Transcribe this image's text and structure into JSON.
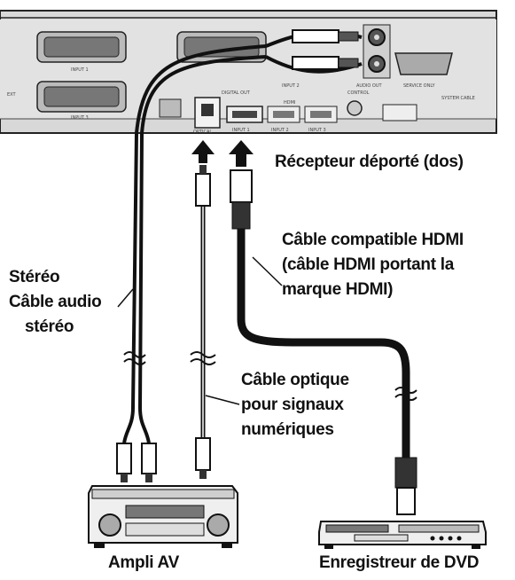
{
  "labels": {
    "receiver": "Récepteur déporté (dos)",
    "hdmi_cable_line1": "Câble compatible HDMI",
    "hdmi_cable_line2": "(câble HDMI portant la",
    "hdmi_cable_line3": "marque HDMI)",
    "stereo_line1": "Stéréo",
    "stereo_line2": "Câble audio",
    "stereo_line3": "stéréo",
    "optical_line1": "Câble optique",
    "optical_line2": "pour signaux",
    "optical_line3": "numériques",
    "amp": "Ampli AV",
    "dvd": "Enregistreur de DVD"
  },
  "panel_labels": {
    "input1_scart": "INPUT 1",
    "input3_scart": "INPUT 3",
    "input2": "INPUT 2",
    "audio_out": "AUDIO OUT",
    "service_only": "SERVICE ONLY",
    "ext": "EXT",
    "optical": "OPTICAL",
    "digital_out": "DIGITAL OUT",
    "hdmi_input1": "INPUT 1",
    "hdmi_input2": "INPUT 2",
    "hdmi_input3": "INPUT 3",
    "hdmi": "HDMI",
    "control": "CONTROL",
    "system_cable": "SYSTEM CABLE"
  },
  "colors": {
    "ink": "#111111",
    "panel": "#dcdcdc",
    "panel_dark": "#9a9a9a"
  }
}
